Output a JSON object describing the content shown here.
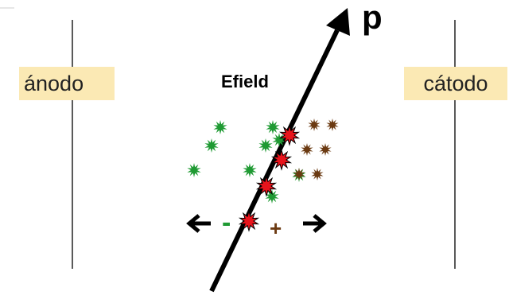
{
  "labels": {
    "anode": "ánodo",
    "cathode": "cátodo",
    "efield": "Efield",
    "particle": "p",
    "minus": "-",
    "plus": "+"
  },
  "colors": {
    "label_background": "#fbe9b4",
    "track": "#000000",
    "ionization_point": "#e8141c",
    "electron": "#1f9a33",
    "positive_ion": "#6b3a12",
    "minus_sign": "#1f9a33",
    "plus_sign": "#6b3a12"
  },
  "icons": {
    "electron": "green-spiky-star-icon",
    "ion": "brown-spiky-star-icon",
    "ionization": "red-spiky-star-icon",
    "drift_left": "left-arrow-icon",
    "drift_right": "right-arrow-icon"
  }
}
